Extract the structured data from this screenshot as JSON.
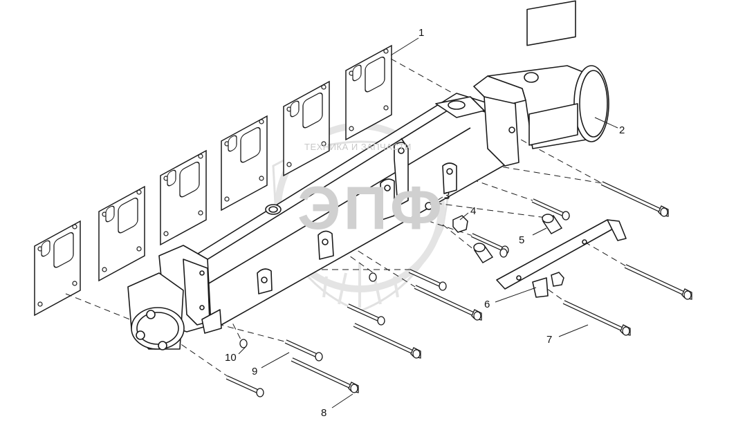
{
  "watermark": {
    "top_text": "ТЕХНИКА И ЗАПЧАСТИ",
    "letters": "ЭПФ"
  },
  "callouts": [
    {
      "id": "1",
      "label": "1"
    },
    {
      "id": "2",
      "label": "2"
    },
    {
      "id": "3",
      "label": "3"
    },
    {
      "id": "4",
      "label": "4"
    },
    {
      "id": "5",
      "label": "5"
    },
    {
      "id": "6",
      "label": "6"
    },
    {
      "id": "7",
      "label": "7"
    },
    {
      "id": "8",
      "label": "8"
    },
    {
      "id": "9",
      "label": "9"
    },
    {
      "id": "10",
      "label": "10"
    }
  ],
  "colors": {
    "line": "#1a1a1a",
    "watermark": "#cfcfcf",
    "background": "#ffffff"
  }
}
